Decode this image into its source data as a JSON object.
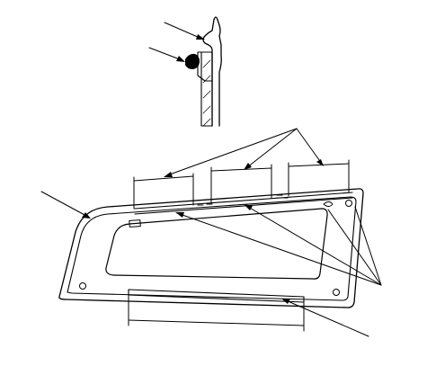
{
  "figure": {
    "labels": [],
    "callouts": [
      {
        "id": "detail-upper-leader",
        "label": ""
      },
      {
        "id": "detail-lower-leader",
        "label": ""
      },
      {
        "id": "top-moulding-fan",
        "label": ""
      },
      {
        "id": "corner-leader",
        "label": ""
      },
      {
        "id": "right-fasteners-fan",
        "label": ""
      },
      {
        "id": "bottom-moulding-leader",
        "label": ""
      }
    ]
  },
  "colors": {
    "line": "#000000",
    "background": "#ffffff"
  }
}
